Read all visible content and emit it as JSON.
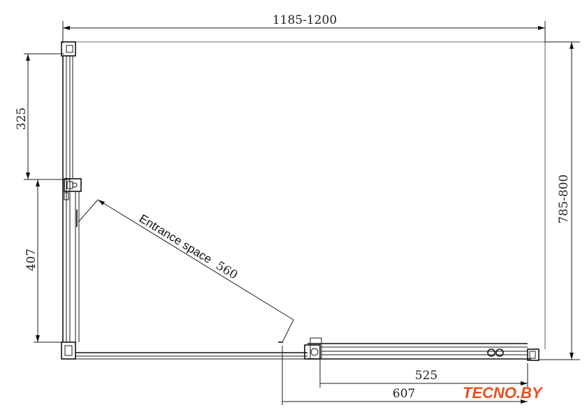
{
  "dimensions": {
    "top_width": "1185-1200",
    "right_height": "785-800",
    "left_upper": "325",
    "left_lower": "407",
    "bottom_inner": "525",
    "bottom_outer": "607"
  },
  "entrance": {
    "label": "Entrance space",
    "value": "560"
  },
  "logo": {
    "text": "TECNO.BY",
    "color": "#e8501c"
  }
}
